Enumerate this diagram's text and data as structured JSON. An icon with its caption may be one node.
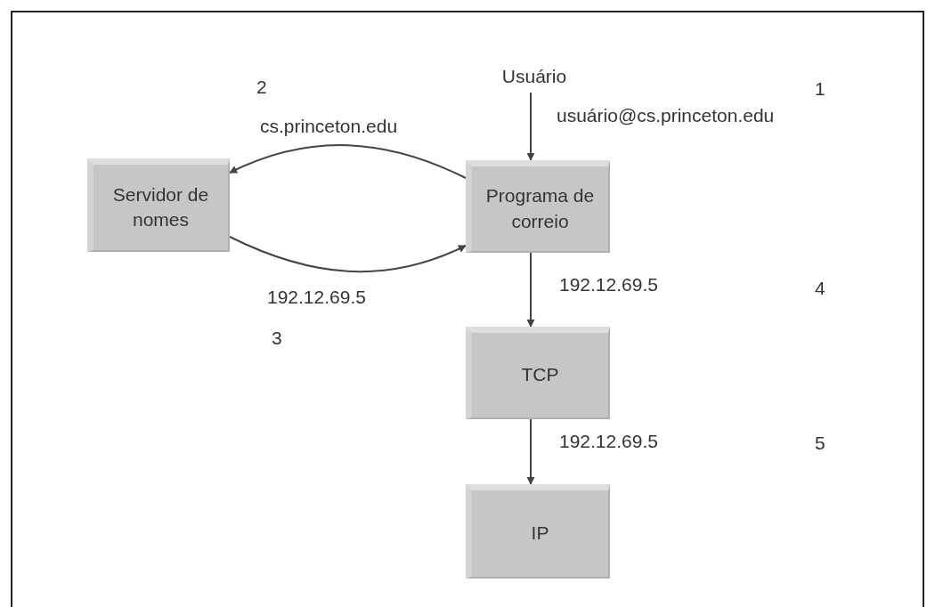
{
  "diagram": {
    "nodes": [
      {
        "text": [
          "Usuário"
        ]
      },
      {
        "text": [
          "Servidor de nomes"
        ]
      },
      {
        "text": [
          "Programa de correio"
        ]
      },
      {
        "text": [
          "TCP"
        ]
      },
      {
        "text": [
          "IP"
        ]
      }
    ],
    "edges": [
      {
        "from": 0,
        "to": 2,
        "arrow": "to",
        "label": "usuário@cs.princeton.edu"
      },
      {
        "from": 2,
        "to": 1,
        "arrow": "to",
        "label": "cs.princeton.edu"
      },
      {
        "from": 1,
        "to": 2,
        "arrow": "to",
        "label": "192.12.69.5"
      },
      {
        "from": 2,
        "to": 3,
        "arrow": "to",
        "label": "192.12.69.5"
      },
      {
        "from": 3,
        "to": 4,
        "arrow": "to",
        "label": "192.12.69.5"
      }
    ],
    "labels": [
      "1",
      "2",
      "4",
      "3",
      "5"
    ]
  }
}
